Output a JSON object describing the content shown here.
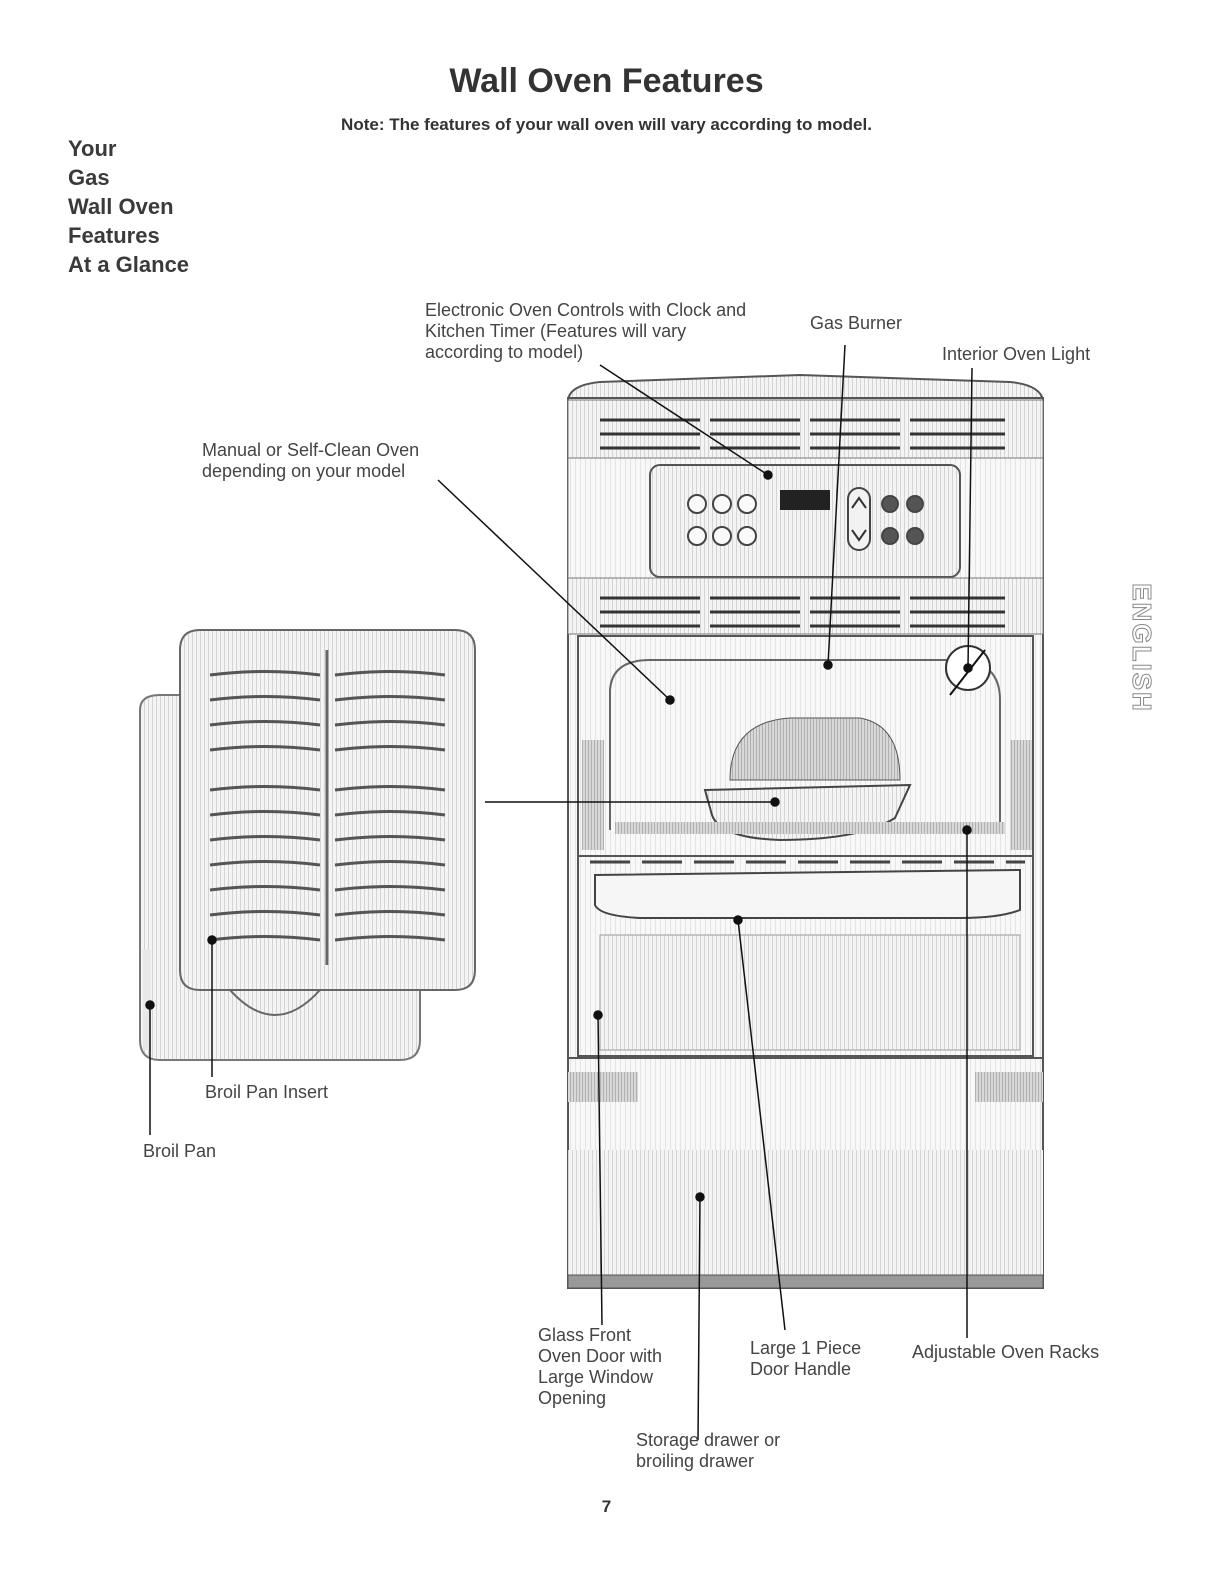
{
  "page": {
    "title": "Wall Oven Features",
    "note": "Note: The features of your wall oven will vary according to model.",
    "section_title": [
      "Your",
      "Gas",
      "Wall Oven",
      "Features",
      "At a Glance"
    ],
    "language_tab": "ENGLISH",
    "page_number": "7"
  },
  "callouts": {
    "controls": [
      "Electronic Oven Controls with Clock and",
      "Kitchen Timer (Features will vary",
      "according to model)"
    ],
    "gas_burner": "Gas Burner",
    "interior_light": "Interior  Oven Light",
    "self_clean": [
      "Manual or Self-Clean Oven",
      "depending on your model"
    ],
    "broil_pan_insert": "Broil Pan Insert",
    "broil_pan": "Broil Pan",
    "glass_front": [
      "Glass Front",
      "Oven Door with",
      "Large Window",
      "Opening"
    ],
    "door_handle": [
      "Large 1 Piece",
      "Door Handle"
    ],
    "oven_racks": "Adjustable Oven Racks",
    "storage_drawer": [
      "Storage drawer or",
      "broiling drawer"
    ]
  }
}
